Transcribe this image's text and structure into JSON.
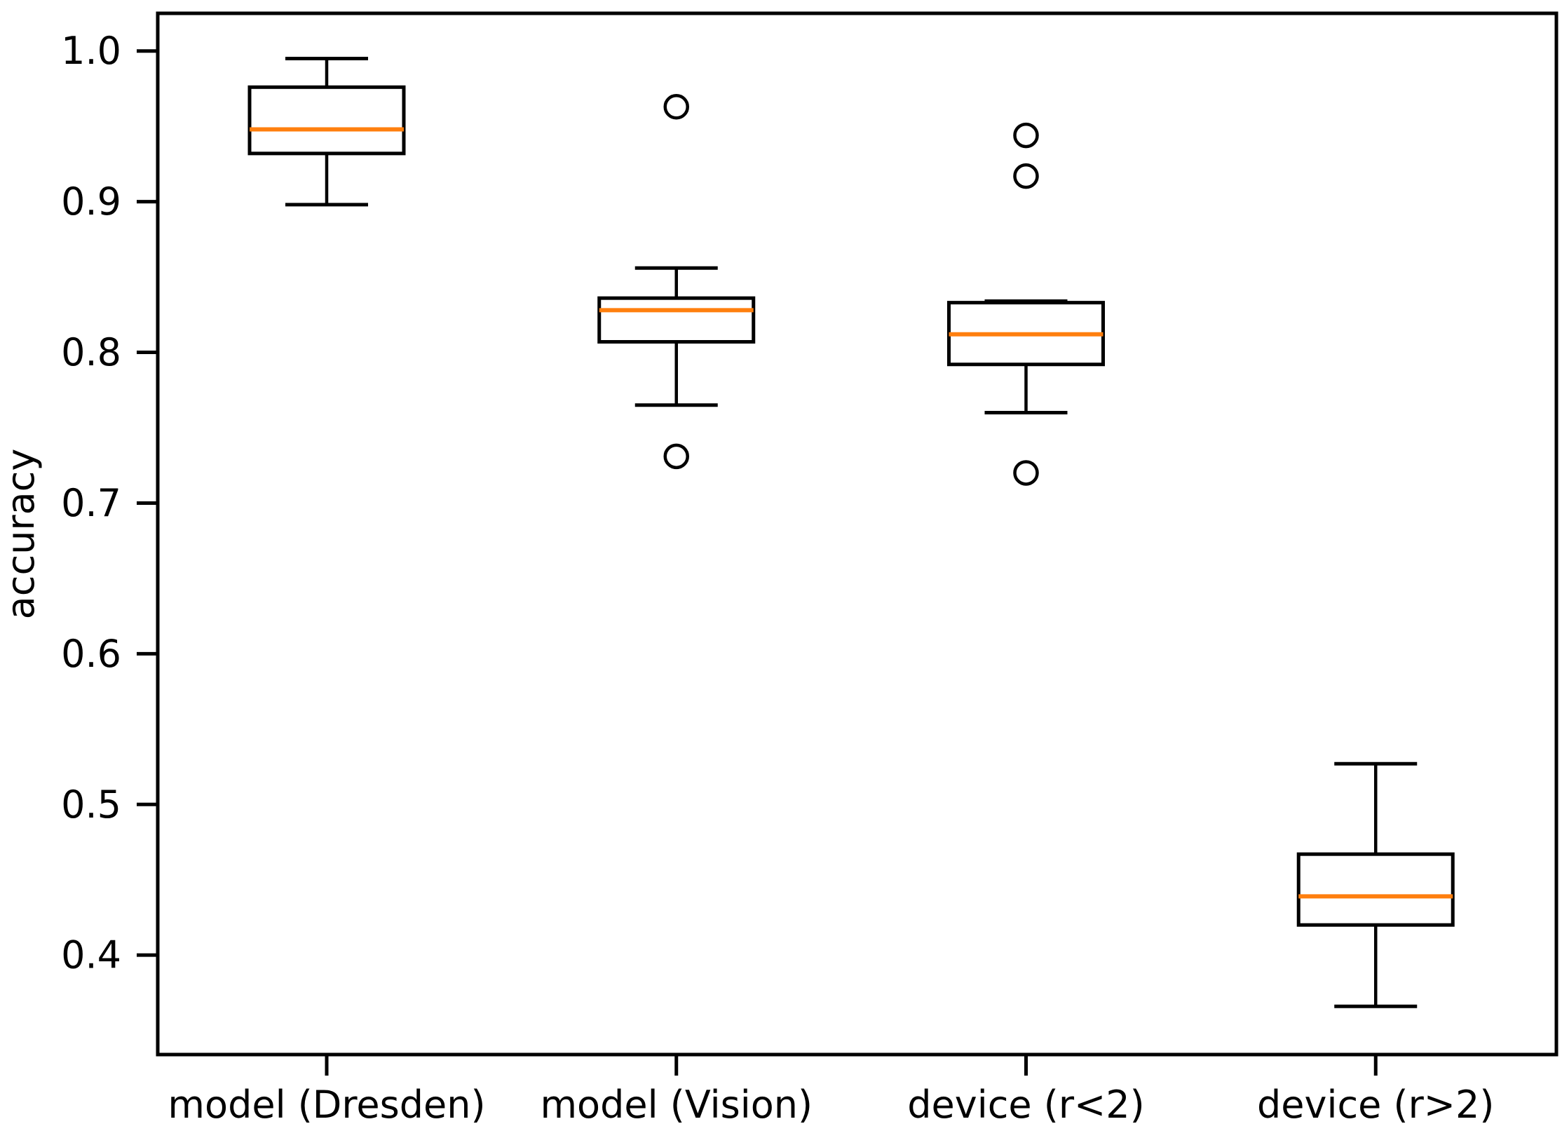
{
  "figure": {
    "ylabel": "accuracy",
    "background": "#ffffff"
  },
  "chart_data": {
    "type": "box",
    "title": "",
    "xlabel": "",
    "ylabel": "accuracy",
    "categories": [
      "model (Dresden)",
      "model (Vision)",
      "device (r<2)",
      "device (r>2)"
    ],
    "boxes": [
      {
        "label": "model (Dresden)",
        "whisker_low": 0.898,
        "q1": 0.932,
        "median": 0.948,
        "q3": 0.976,
        "whisker_high": 0.995,
        "outliers": []
      },
      {
        "label": "model (Vision)",
        "whisker_low": 0.765,
        "q1": 0.807,
        "median": 0.828,
        "q3": 0.836,
        "whisker_high": 0.856,
        "outliers": [
          0.963,
          0.731
        ]
      },
      {
        "label": "device (r<2)",
        "whisker_low": 0.76,
        "q1": 0.792,
        "median": 0.812,
        "q3": 0.833,
        "whisker_high": 0.834,
        "outliers": [
          0.944,
          0.917,
          0.72
        ]
      },
      {
        "label": "device (r>2)",
        "whisker_low": 0.366,
        "q1": 0.42,
        "median": 0.439,
        "q3": 0.467,
        "whisker_high": 0.527,
        "outliers": []
      }
    ],
    "yticks": [
      1.0,
      0.9,
      0.8,
      0.7,
      0.6,
      0.5,
      0.4
    ],
    "ytick_labels": [
      "1.0",
      "0.9",
      "0.8",
      "0.7",
      "0.6",
      "0.5",
      "0.4"
    ],
    "ylim": [
      0.334,
      1.025
    ],
    "grid": false,
    "legend": null,
    "colors": {
      "box_line": "#000000",
      "median_line": "#ff7f0e",
      "background": "#ffffff"
    }
  }
}
